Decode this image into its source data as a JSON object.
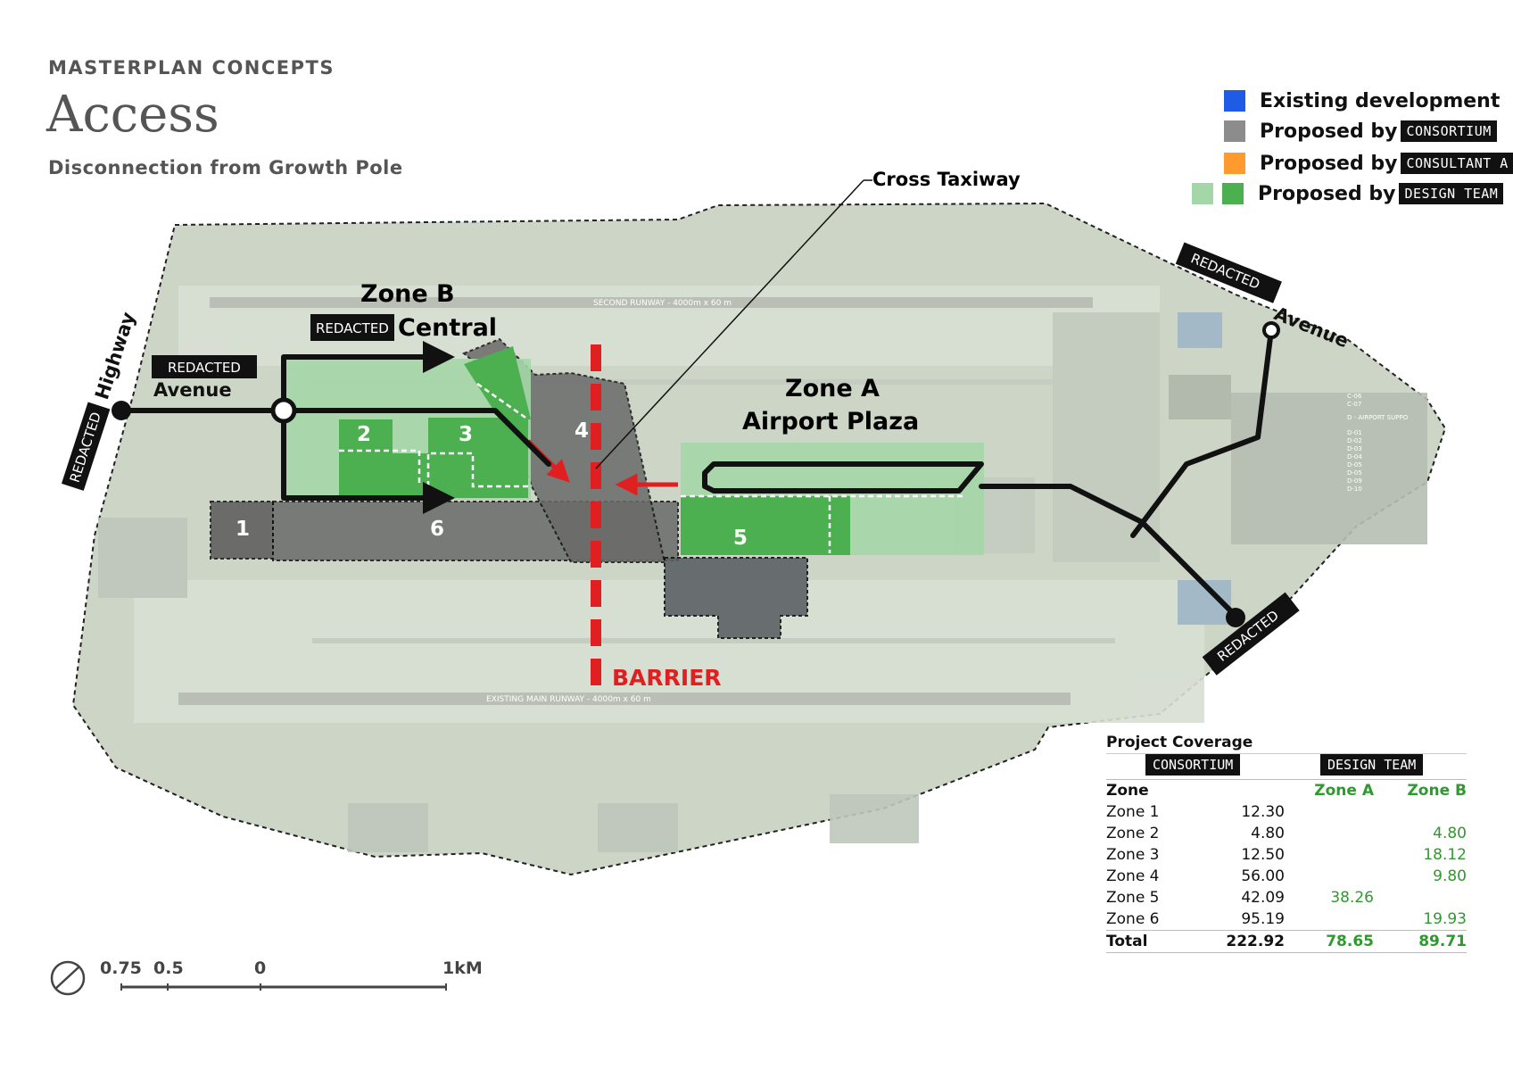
{
  "header": {
    "kicker": "MASTERPLAN CONCEPTS",
    "title": "Access",
    "subtitle": "Disconnection from Growth Pole"
  },
  "legend": {
    "items": [
      {
        "label": "Existing development",
        "tag": "",
        "color": "#1f5ce6"
      },
      {
        "label": "Proposed by",
        "tag": "CONSORTIUM",
        "color": "#8c8c8c"
      },
      {
        "label": "Proposed by",
        "tag": "CONSULTANT A",
        "color": "#ff9a2e"
      },
      {
        "label": "Proposed by",
        "tag": "DESIGN TEAM",
        "color": "#4caf50",
        "color_light": "#a5d6a7"
      }
    ]
  },
  "map": {
    "zone_b_title": "Zone B",
    "zone_b_redacted": "REDACTED",
    "zone_b_subtitle": "Central",
    "zone_a_title": "Zone A",
    "zone_a_subtitle": "Airport Plaza",
    "cross_taxiway": "Cross Taxiway",
    "barrier": "BARRIER",
    "highway_redacted": "REDACTED",
    "highway": "Highway",
    "avenue_w_redacted": "REDACTED",
    "avenue_w": "Avenue",
    "avenue_ne_redacted": "REDACTED",
    "avenue_ne": "Avenue",
    "se_redacted": "REDACTED",
    "second_runway": "SECOND RUNWAY - 4000m x 60 m",
    "main_runway": "EXISTING MAIN RUNWAY - 4000m x 60 m",
    "zone_numbers": [
      "1",
      "2",
      "3",
      "4",
      "5",
      "6"
    ],
    "side_list": [
      "C-06",
      "C-07",
      "D - AIRPORT SUPPO",
      "D-01",
      "D-02",
      "D-03",
      "D-04",
      "D-05",
      "D-05",
      "D-09",
      "D-10"
    ],
    "colors": {
      "barrier": "#e02020",
      "grey_zone": "#6e6e6e",
      "green_zone": "#4caf50",
      "green_light": "#a5d6a7",
      "route": "#111111",
      "base": "#cfd8c9"
    }
  },
  "table": {
    "title": "Project Coverage",
    "group_consortium": "CONSORTIUM",
    "group_design": "DESIGN TEAM",
    "col_zone": "Zone",
    "col_zone_a": "Zone A",
    "col_zone_b": "Zone B",
    "rows": [
      {
        "zone": "Zone 1",
        "consortium": "12.30",
        "a": "",
        "b": ""
      },
      {
        "zone": "Zone 2",
        "consortium": "4.80",
        "a": "",
        "b": "4.80"
      },
      {
        "zone": "Zone 3",
        "consortium": "12.50",
        "a": "",
        "b": "18.12"
      },
      {
        "zone": "Zone 4",
        "consortium": "56.00",
        "a": "",
        "b": "9.80"
      },
      {
        "zone": "Zone 5",
        "consortium": "42.09",
        "a": "38.26",
        "b": ""
      },
      {
        "zone": "Zone 6",
        "consortium": "95.19",
        "a": "",
        "b": "19.93"
      }
    ],
    "total": {
      "zone": "Total",
      "consortium": "222.92",
      "a": "78.65",
      "b": "89.71"
    }
  },
  "scale": {
    "labels": [
      "0.75",
      "0.5",
      "0",
      "1kM"
    ]
  }
}
